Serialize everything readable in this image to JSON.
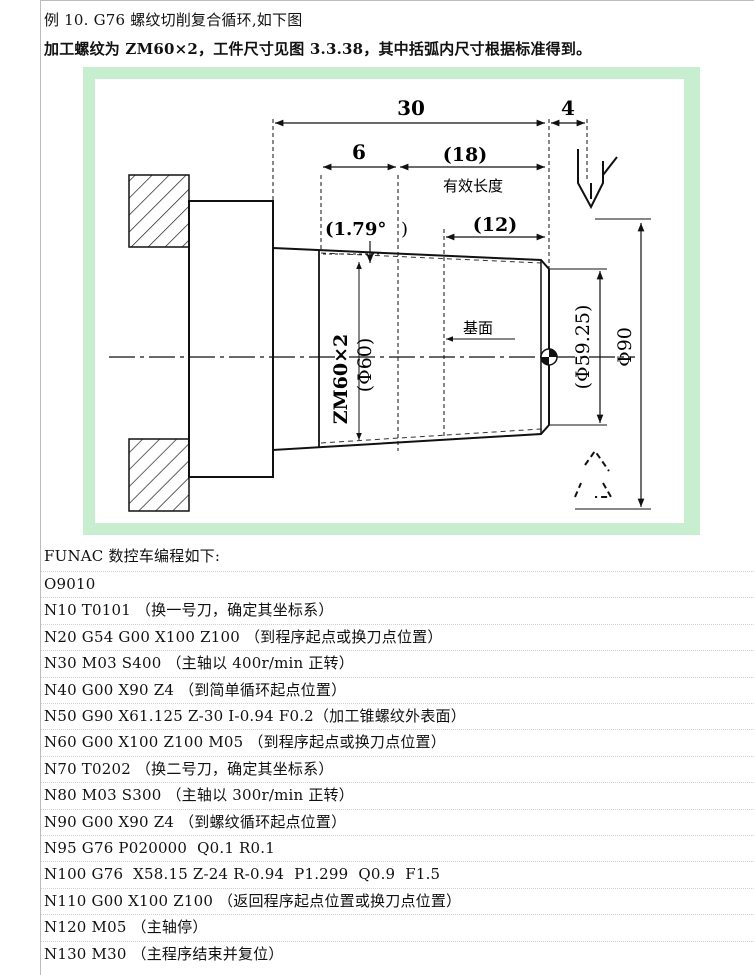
{
  "header": {
    "title": "例 10. G76 螺纹切削复合循环,如下图",
    "description": "加工螺纹为 ZM60×2，工件尺寸见图 3.3.38，其中括弧内尺寸根据标准得到。"
  },
  "figure": {
    "dim_total": "30",
    "dim_end": "4",
    "dim_six": "6",
    "dim_eighteen": "(18)",
    "effective_length": "有效长度",
    "angle": "(1.79°",
    "angle_close": ")",
    "dim_twelve": "(12)",
    "thread_label": "ZM60×2",
    "dia_60": "(Φ60)",
    "datum": "基面",
    "dia_5925": "(Φ59.25)",
    "dia_90": "Φ90"
  },
  "program": {
    "intro": "FUNAC 数控车编程如下:",
    "lines": [
      "O9010",
      "N10 T0101 （换一号刀，确定其坐标系）",
      "N20 G54 G00 X100 Z100 （到程序起点或换刀点位置）",
      "N30 M03 S400 （主轴以 400r/min 正转）",
      "N40 G00 X90 Z4 （到简单循环起点位置）",
      "N50 G90 X61.125 Z-30 I-0.94 F0.2（加工锥螺纹外表面）",
      "N60 G00 X100 Z100 M05 （到程序起点或换刀点位置）",
      "N70 T0202 （换二号刀，确定其坐标系）",
      "N80 M03 S300 （主轴以 300r/min 正转）",
      "N90 G00 X90 Z4 （到螺纹循环起点位置）",
      "N95 G76 P020000  Q0.1 R0.1",
      "N100 G76  X58.15 Z-24 R-0.94  P1.299  Q0.9  F1.5",
      "N110 G00 X100 Z100 （返回程序起点位置或换刀点位置）",
      "N120 M05 （主轴停）",
      "N130 M30 （主程序结束并复位）"
    ]
  }
}
